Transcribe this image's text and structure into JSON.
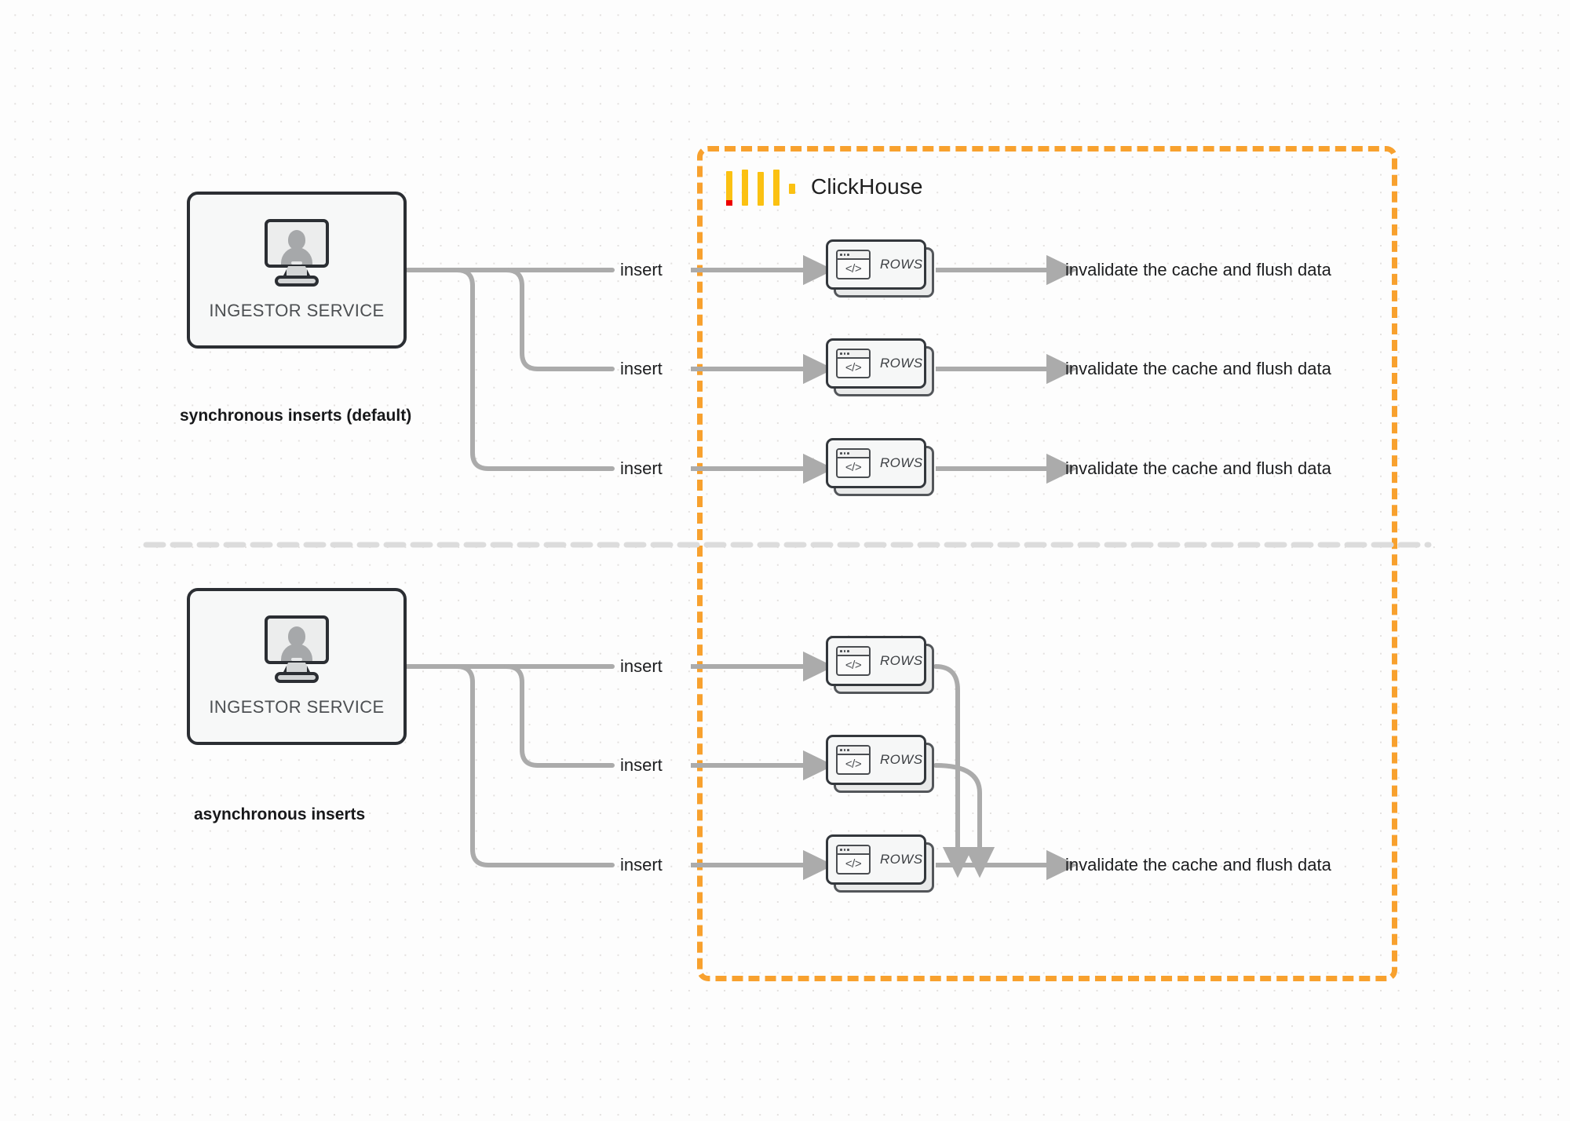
{
  "diagram": {
    "title": "ClickHouse synchronous vs asynchronous inserts",
    "colors": {
      "boundary": "#F8A12E",
      "logo_yellow": "#FBC112",
      "logo_red": "#EE0000",
      "edge": "#ABABAB",
      "node_border": "#2B2E33",
      "background": "#FDFDFD"
    }
  },
  "clickhouse_boundary": {
    "label": "ClickHouse",
    "logo_name": "clickhouse-logo"
  },
  "sections": [
    {
      "id": "synchronous",
      "caption": "synchronous inserts (default)",
      "service": {
        "label": "INGESTOR SERVICE",
        "icon": "user-monitor-icon"
      },
      "flows": [
        {
          "insert_label": "insert",
          "card_label": "ROWS",
          "result_label": "invalidate the cache and flush data"
        },
        {
          "insert_label": "insert",
          "card_label": "ROWS",
          "result_label": "invalidate the cache and flush data"
        },
        {
          "insert_label": "insert",
          "card_label": "ROWS",
          "result_label": "invalidate the cache and flush data"
        }
      ]
    },
    {
      "id": "asynchronous",
      "caption": "asynchronous inserts",
      "service": {
        "label": "INGESTOR SERVICE",
        "icon": "user-monitor-icon"
      },
      "flows": [
        {
          "insert_label": "insert",
          "card_label": "ROWS"
        },
        {
          "insert_label": "insert",
          "card_label": "ROWS"
        },
        {
          "insert_label": "insert",
          "card_label": "ROWS"
        }
      ],
      "merged_result_label": "invalidate the cache and flush data"
    }
  ]
}
